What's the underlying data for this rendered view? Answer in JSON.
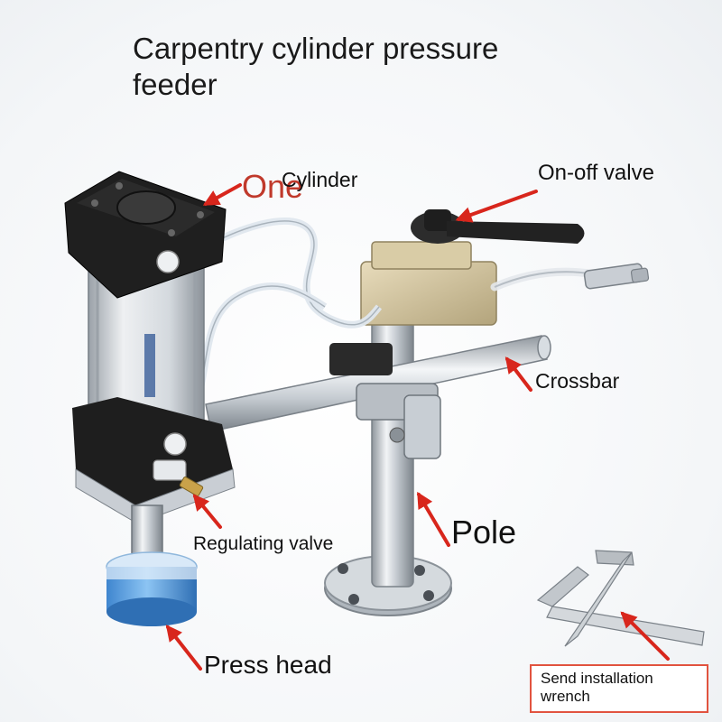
{
  "title": "Carpentry cylinder pressure feeder",
  "labels": {
    "overlay_red": "One",
    "cylinder": "Cylinder",
    "on_off_valve": "On-off valve",
    "crossbar": "Crossbar",
    "pole": "Pole",
    "regulating_valve": "Regulating valve",
    "press_head": "Press head",
    "wrench": "Send installation wrench"
  },
  "colors": {
    "arrow": "#d8261c",
    "box_border": "#e1533f",
    "metal": "#c9ced4",
    "black_part": "#1e1e1e",
    "press_head_blue": "#5aa4e6"
  }
}
